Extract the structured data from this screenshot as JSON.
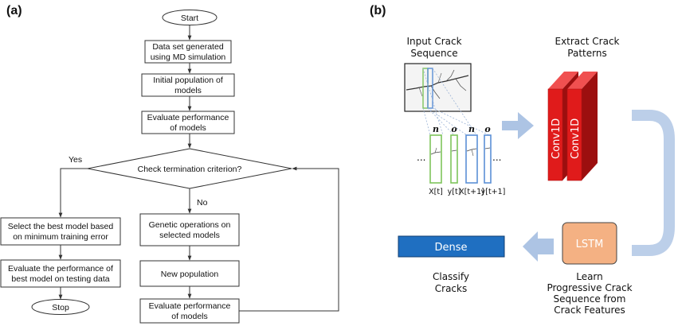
{
  "panel_a": {
    "label": "(a)",
    "start": "Start",
    "step1": [
      "Data set generated",
      "using MD simulation"
    ],
    "step2": [
      "Initial population of",
      "models"
    ],
    "step3": [
      "Evaluate performance",
      "of models"
    ],
    "decision": "Check termination criterion?",
    "yes": "Yes",
    "no": "No",
    "genetic": [
      "Genetic operations on",
      "selected models"
    ],
    "new_population": "New population",
    "evaluate2": [
      "Evaluate performance",
      "of models"
    ],
    "select_best": [
      "Select the best model based",
      "on minimum training error"
    ],
    "evaluate_test": [
      "Evaluate the performance of",
      "best model on testing data"
    ],
    "stop": "Stop"
  },
  "panel_b": {
    "label": "(b)",
    "input_title": [
      "Input Crack",
      "Sequence"
    ],
    "extract_title": [
      "Extract Crack",
      "Patterns"
    ],
    "conv1": "Conv1D",
    "conv2": "Conv1D",
    "lstm": "LSTM",
    "dense": "Dense",
    "classify": [
      "Classify",
      "Cracks"
    ],
    "learn": [
      "Learn",
      "Progressive Crack",
      "Sequence from",
      "Crack Features"
    ],
    "seq_top": [
      "n",
      "o",
      "n",
      "o"
    ],
    "seq_bottom": [
      "X[t]",
      "y[t]",
      "X[t+1]",
      "y[t+1]"
    ],
    "ellipsis": "...",
    "colors": {
      "conv_red": "#e01b1b",
      "conv_dark": "#9c0f0f",
      "lstm_fill": "#f4b183",
      "dense_fill": "#1f6fc1",
      "flow_arrow": "#adc4e4",
      "green": "#7ec45c",
      "blue": "#5b8fd6"
    }
  }
}
